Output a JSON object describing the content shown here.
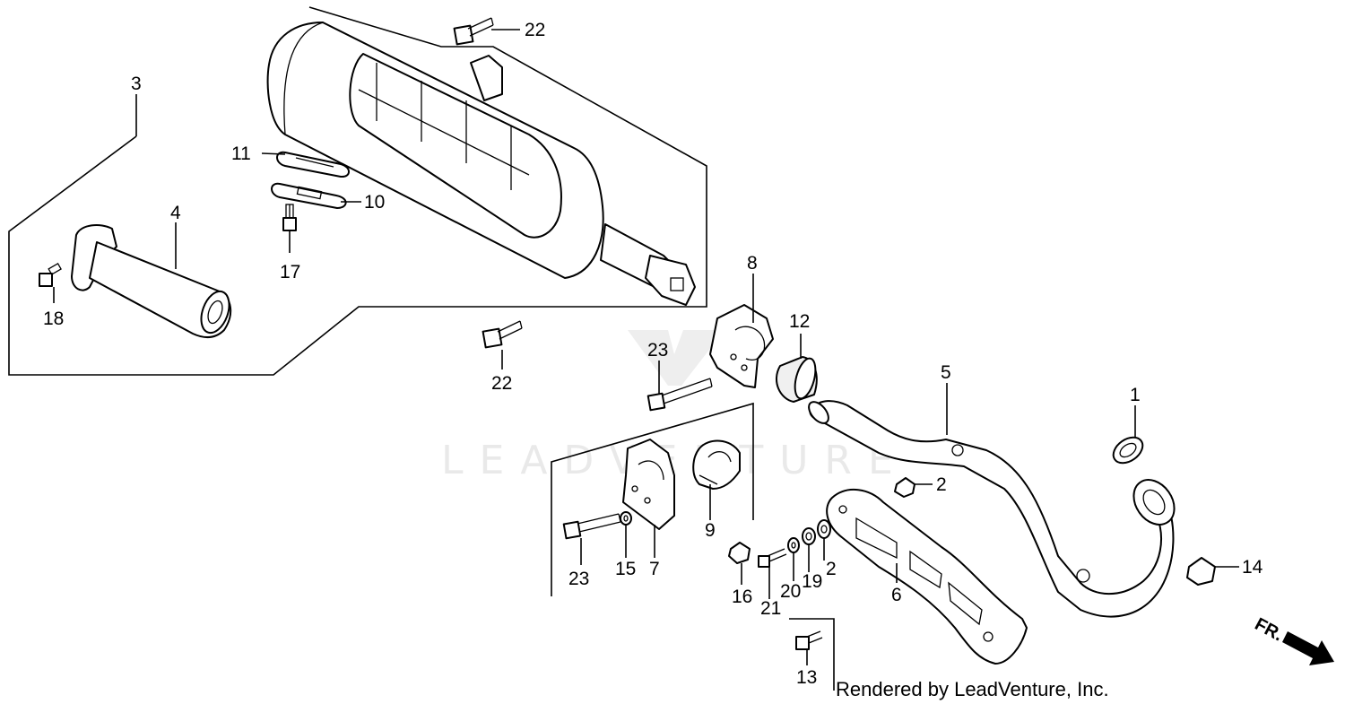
{
  "callouts": [
    "1",
    "2",
    "3",
    "4",
    "5",
    "6",
    "7",
    "8",
    "9",
    "10",
    "11",
    "12",
    "13",
    "14",
    "15",
    "16",
    "17",
    "18",
    "19",
    "20",
    "21",
    "22",
    "23"
  ],
  "labels": {
    "c1": "1",
    "c2a": "2",
    "c2b": "2",
    "c3": "3",
    "c4": "4",
    "c5": "5",
    "c6": "6",
    "c7": "7",
    "c8": "8",
    "c9": "9",
    "c10": "10",
    "c11": "11",
    "c12": "12",
    "c13": "13",
    "c14": "14",
    "c15": "15",
    "c16": "16",
    "c17": "17",
    "c18": "18",
    "c19": "19",
    "c20": "20",
    "c21": "21",
    "c22a": "22",
    "c22b": "22",
    "c23a": "23",
    "c23b": "23"
  },
  "direction_label": "FR.",
  "watermark": "LEADVENTURE",
  "credit": "Rendered by LeadVenture, Inc.",
  "colors": {
    "line": "#000000",
    "background": "#ffffff",
    "watermark": "#e9e9e9"
  }
}
